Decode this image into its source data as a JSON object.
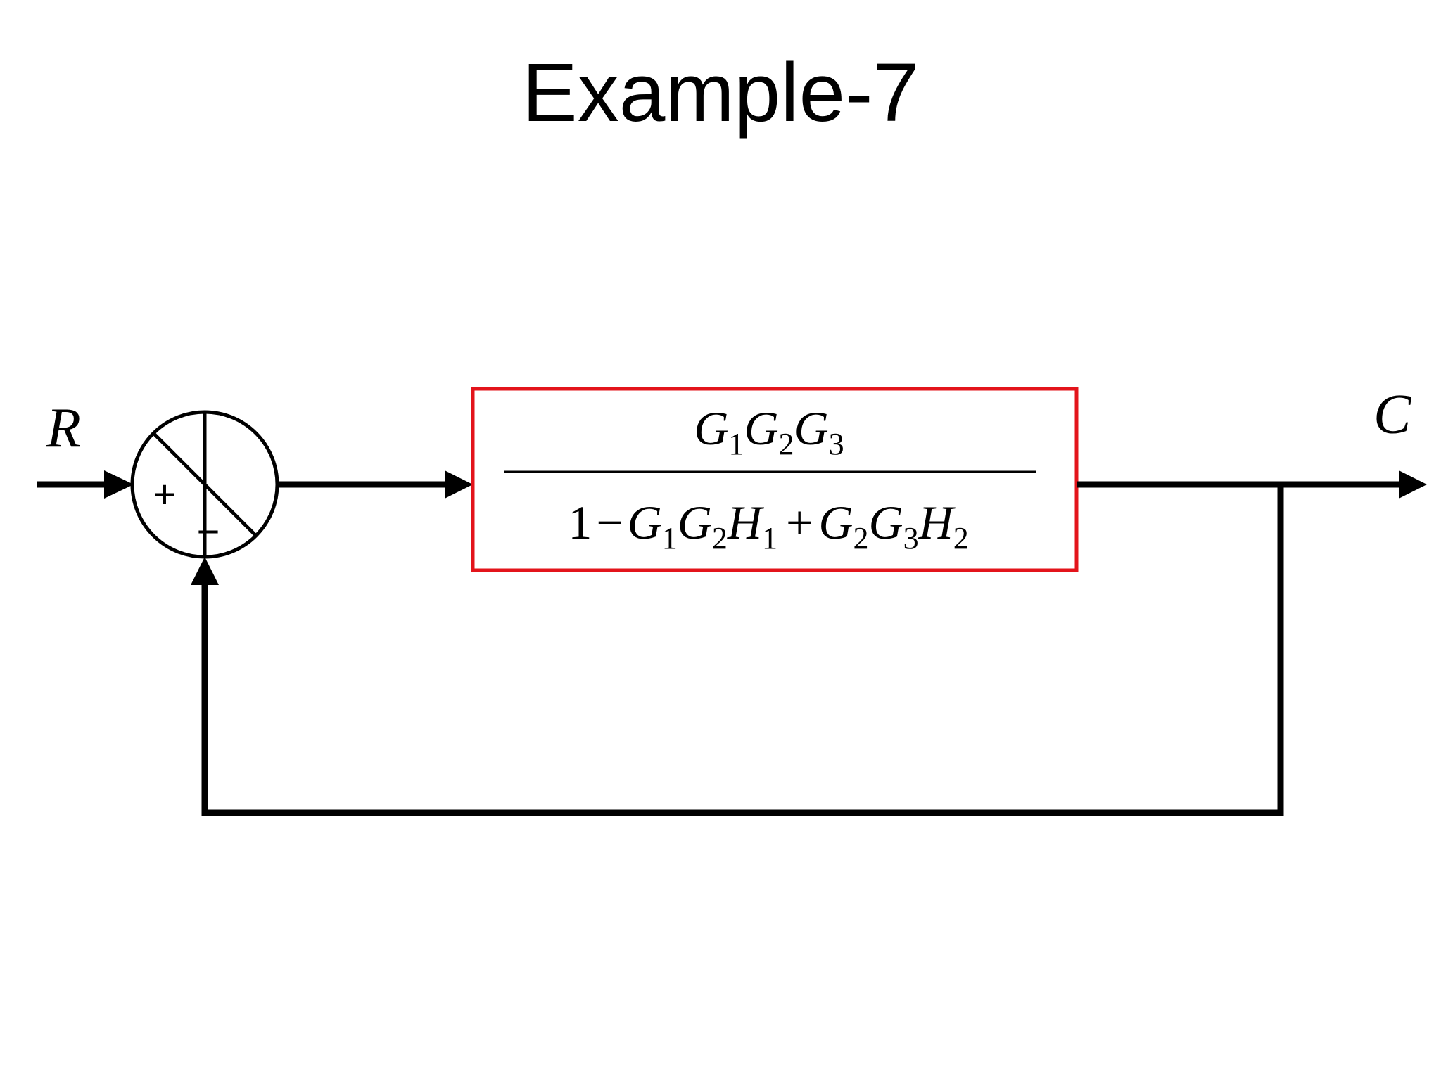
{
  "title": "Example-7",
  "diagram": {
    "input_label": "R",
    "output_label": "C",
    "summing_junction": {
      "plus_sign": "+",
      "minus_sign": "−"
    },
    "block": {
      "border_color": "#e3141b",
      "numerator": [
        {
          "base": "G",
          "sub": "1"
        },
        {
          "base": "G",
          "sub": "2"
        },
        {
          "base": "G",
          "sub": "3"
        }
      ],
      "denominator": {
        "leading": "1",
        "op1": "−",
        "term1": [
          {
            "base": "G",
            "sub": "1"
          },
          {
            "base": "G",
            "sub": "2"
          },
          {
            "base": "H",
            "sub": "1"
          }
        ],
        "op2": "+",
        "term2": [
          {
            "base": "G",
            "sub": "2"
          },
          {
            "base": "G",
            "sub": "3"
          },
          {
            "base": "H",
            "sub": "2"
          }
        ]
      }
    }
  }
}
